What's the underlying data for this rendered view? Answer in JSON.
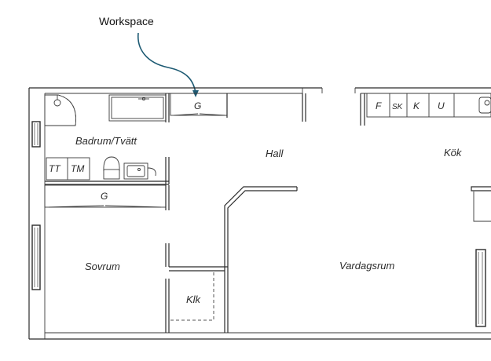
{
  "annotation": {
    "label": "Workspace",
    "arrow_color": "#1d5a73"
  },
  "rooms": {
    "badrum": "Badrum/Tvätt",
    "hall": "Hall",
    "kok": "Kök",
    "sovrum": "Sovrum",
    "vardagsrum": "Vardagsrum",
    "klk": "Klk"
  },
  "fixtures": {
    "wardrobe_top": "G",
    "wardrobe_sovrum": "G",
    "tt": "TT",
    "tm": "TM",
    "kitchen_f": "F",
    "kitchen_sk": "SK",
    "kitchen_k": "K",
    "kitchen_u": "U"
  }
}
